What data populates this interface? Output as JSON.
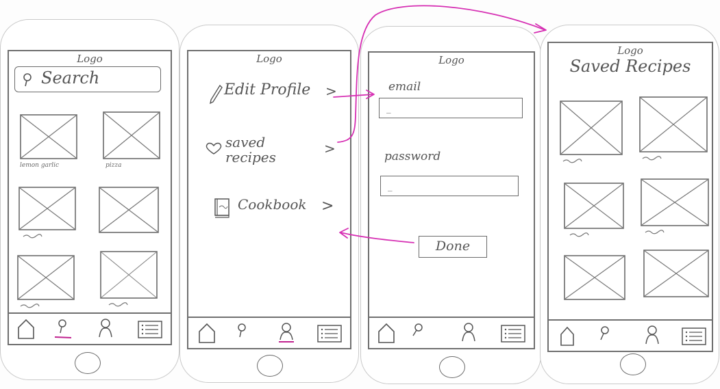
{
  "colors": {
    "sketch": "#6a6a6a",
    "flow_arrow": "#d62fb3",
    "underline": "#c0228f"
  },
  "screen1": {
    "logo": "Logo",
    "search_placeholder": "Search",
    "search_icon": "search-icon",
    "tiles": [
      {
        "caption": "lemon garlic"
      },
      {
        "caption": "pizza"
      },
      {
        "caption": ""
      },
      {
        "caption": ""
      },
      {
        "caption": ""
      },
      {
        "caption": ""
      }
    ]
  },
  "screen2": {
    "logo": "Logo",
    "menu": [
      {
        "icon": "pencil-icon",
        "label": "Edit Profile",
        "chevron": ">"
      },
      {
        "icon": "heart-icon",
        "label": "saved recipes",
        "chevron": ">"
      },
      {
        "icon": "book-icon",
        "label": "Cookbook",
        "chevron": ">"
      }
    ]
  },
  "screen3": {
    "logo": "Logo",
    "email_label": "email",
    "password_label": "password",
    "email_value": "_",
    "password_value": "_",
    "done_label": "Done"
  },
  "screen4": {
    "logo": "Logo",
    "title": "Saved Recipes"
  },
  "tabbar": [
    {
      "icon": "home-icon"
    },
    {
      "icon": "search-icon"
    },
    {
      "icon": "profile-icon"
    },
    {
      "icon": "list-icon"
    }
  ]
}
